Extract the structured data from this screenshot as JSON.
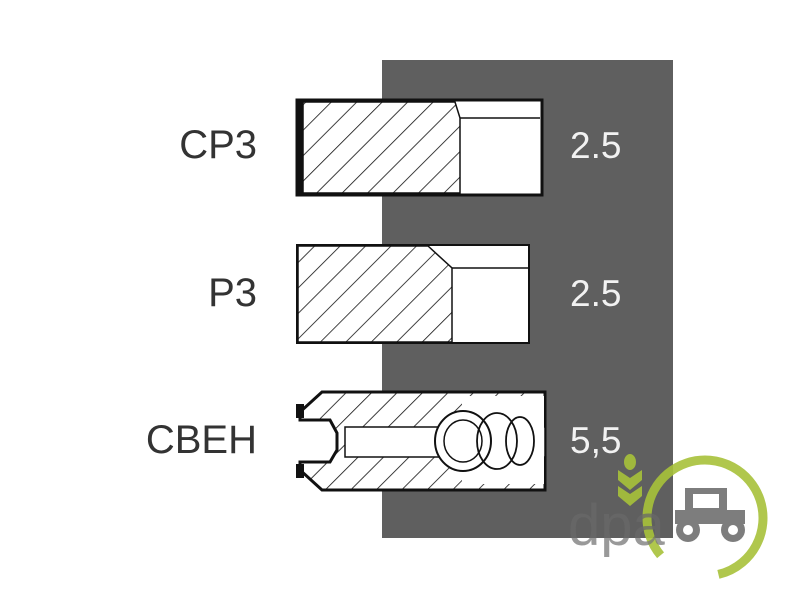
{
  "rings": [
    {
      "name": "CP3",
      "value": "2.5"
    },
    {
      "name": "P3",
      "value": "2.5"
    },
    {
      "name": "CBEH",
      "value": "5,5"
    }
  ],
  "watermark": {
    "text": "dpa",
    "color_green": "#a8c23a",
    "color_gray": "#6a6a6a"
  },
  "panel_color": "#5f5f5f"
}
